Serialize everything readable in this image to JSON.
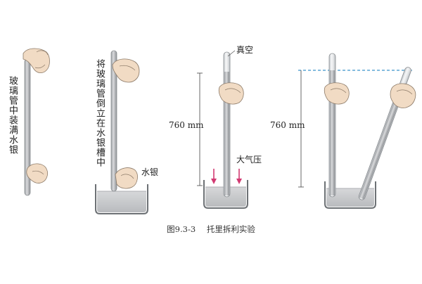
{
  "panel1": {
    "vertical_text": "玻璃管中装满水银"
  },
  "panel2": {
    "vertical_text": "将玻璃管倒立在水银槽中",
    "mercury_label": "水银"
  },
  "panel3": {
    "vacuum_label": "真空",
    "height_label": "760 mm",
    "pressure_label": "大气压"
  },
  "panel4": {
    "height_label": "760 mm"
  },
  "caption": {
    "figure_no": "图9.3-3",
    "title": "托里拆利实验"
  },
  "colors": {
    "mercury": "#c9cacc",
    "glass": "#e6e8ea",
    "hand_skin": "#f1dbc4",
    "arrow": "#d23a72",
    "dimension_line": "#3a95c9"
  },
  "icons": [
    "hand-icon",
    "glass-tube-icon",
    "mercury-trough-icon",
    "pressure-arrow-icon"
  ]
}
